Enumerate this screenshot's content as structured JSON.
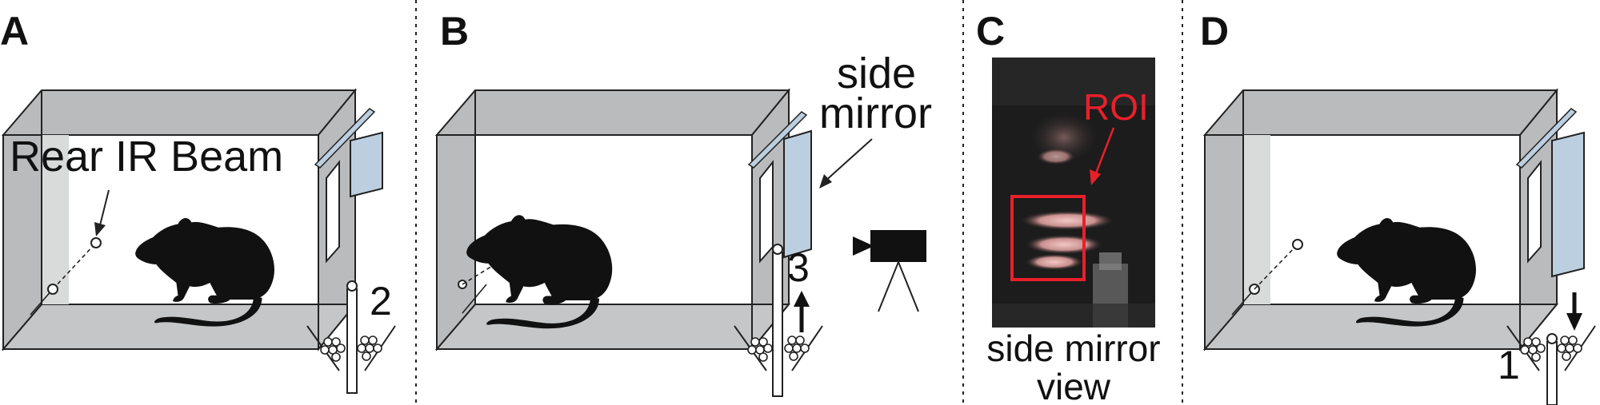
{
  "panels": {
    "a": {
      "label": "A",
      "beam_label": "Rear IR Beam",
      "step": "2"
    },
    "b": {
      "label": "B",
      "mirror_label_1": "side",
      "mirror_label_2": "mirror",
      "step": "3"
    },
    "c": {
      "label": "C",
      "roi_label": "ROI",
      "caption_1": "side mirror",
      "caption_2": "view"
    },
    "d": {
      "label": "D",
      "step": "1"
    }
  },
  "colors": {
    "chamber_wall": "#b9bbbc",
    "chamber_floor": "#c4c6c7",
    "mirror": "#bccfe0",
    "roi": "#e8202a",
    "camera": "#111111",
    "photo_bg": "#1c1c1c"
  }
}
